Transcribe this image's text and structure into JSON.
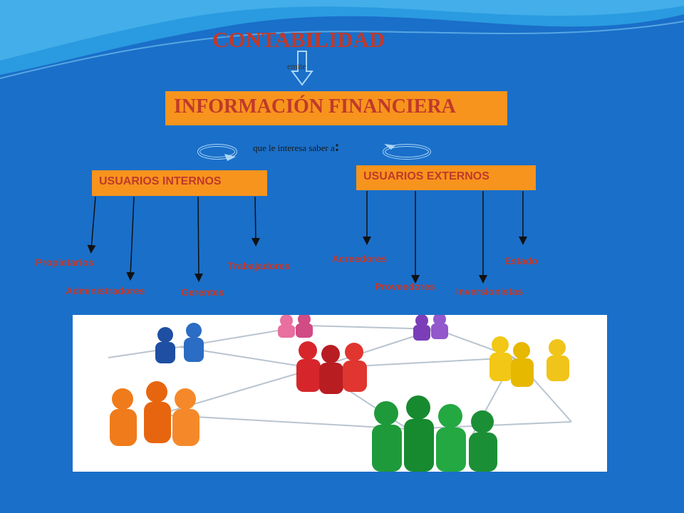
{
  "title": "CONTABILIDAD",
  "emits_label": "emite",
  "info_box": "INFORMACIÓN FINANCIERA",
  "interest_text": "que le interesa saber a",
  "interest_colon": ":",
  "internal": {
    "label": "USUARIOS INTERNOS",
    "items": [
      "Propietarios",
      "Administradores",
      "Gerentes",
      "Trabajadores"
    ]
  },
  "external": {
    "label": "USUARIOS EXTERNOS",
    "items": [
      "Acreedores",
      "Proveedores",
      "Inversionistas",
      "Estado"
    ]
  },
  "colors": {
    "background": "#1a6fc9",
    "box": "#f7941d",
    "text_red": "#c0392b"
  },
  "photo": {
    "description_icon": "people-network-icon",
    "groups": [
      "blue",
      "pink",
      "purple",
      "orange",
      "red",
      "yellow",
      "green"
    ]
  }
}
